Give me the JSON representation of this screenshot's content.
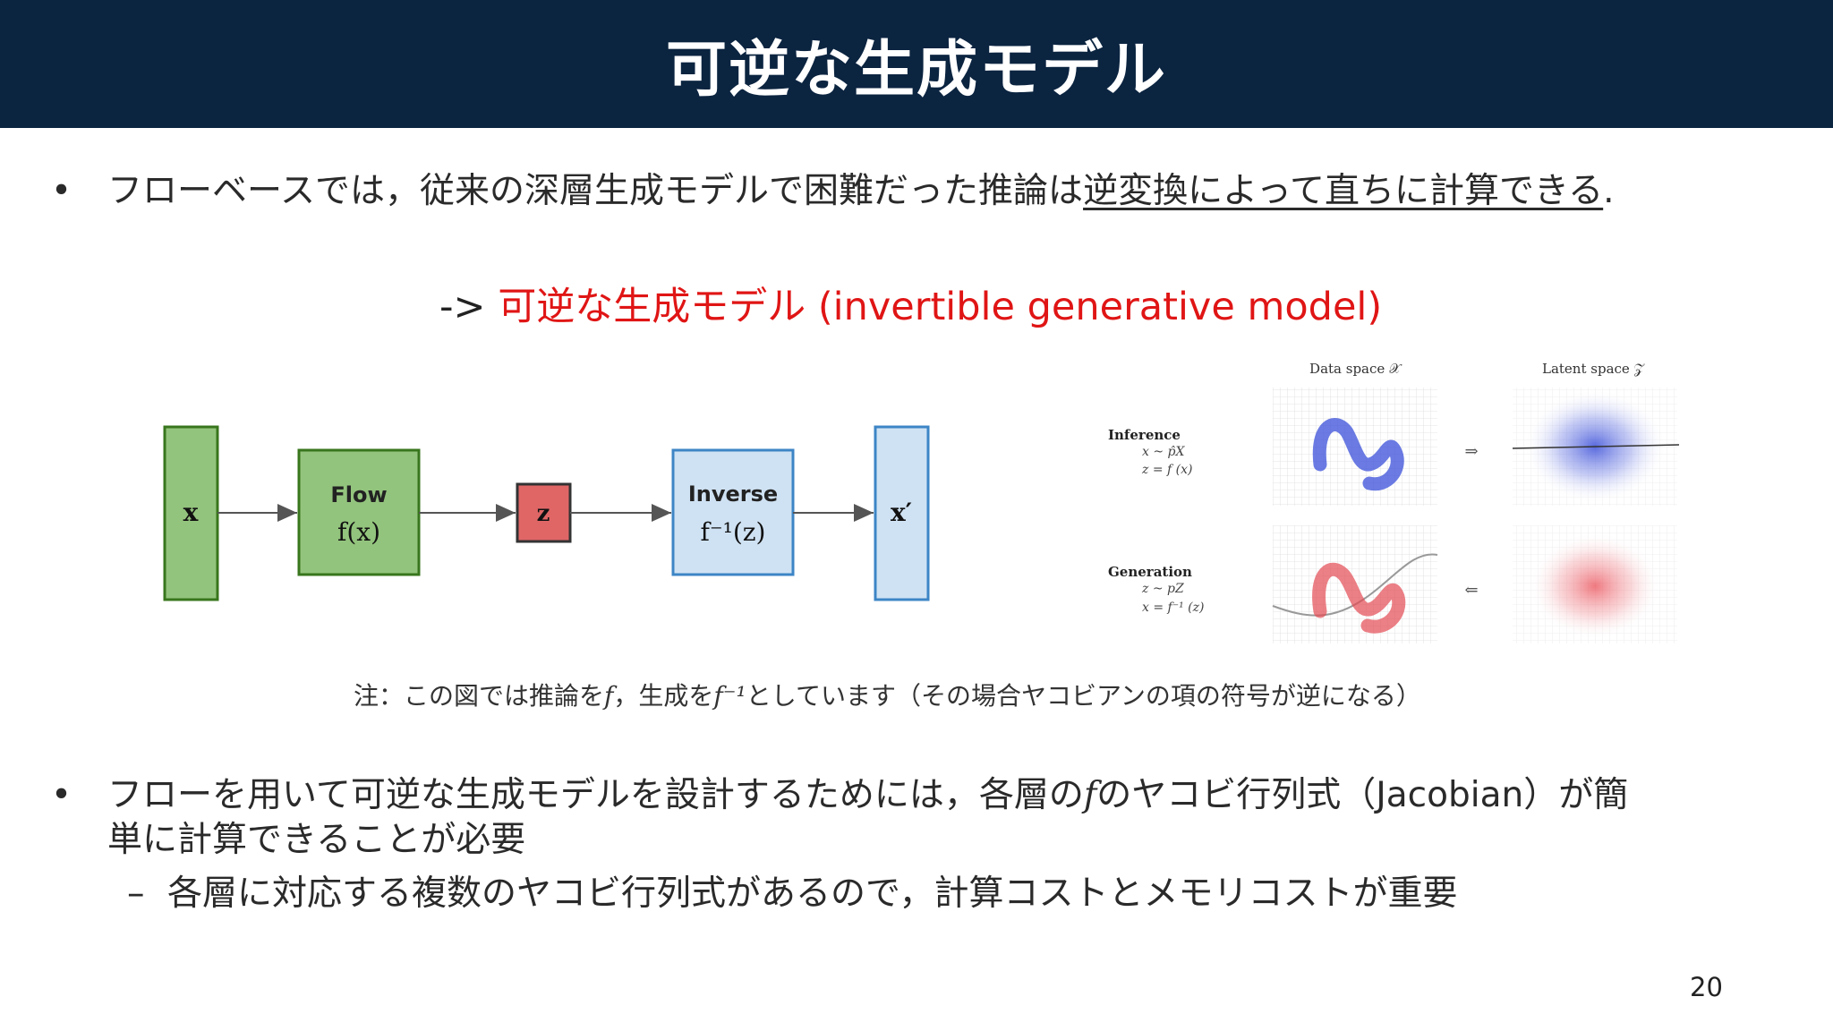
{
  "slide": {
    "title": "可逆な生成モデル",
    "page_number": "20"
  },
  "bullet1": {
    "text_before": "フローベースでは，従来の深層生成モデルで困難だった推論は",
    "underlined": "逆変換によって直ちに計算できる",
    "text_after": "."
  },
  "arrow_line": {
    "prefix": "->",
    "highlight": "可逆な生成モデル (invertible generative model)"
  },
  "flow_diagram": {
    "x_label": "x",
    "flow_title": "Flow",
    "flow_func": "f(x)",
    "z_label": "z",
    "inverse_title": "Inverse",
    "inverse_func": "f⁻¹(z)",
    "xprime_label": "x′",
    "colors": {
      "green_fill": "#93c47d",
      "green_stroke": "#38761d",
      "red_fill": "#e06666",
      "blue_fill": "#cfe2f3",
      "blue_stroke": "#3d85c6"
    }
  },
  "space_figure": {
    "data_space_label": "Data space 𝒳",
    "latent_space_label": "Latent space 𝒵",
    "inference_label": "Inference",
    "inference_eq1": "x ~ p̂X",
    "inference_eq2": "z = f (x)",
    "generation_label": "Generation",
    "generation_eq1": "z ~ pZ",
    "generation_eq2": "x = f⁻¹ (z)",
    "arrow_right": "⇒",
    "arrow_left": "⇐"
  },
  "note": {
    "text1": "注：この図では推論を",
    "f": "f",
    "text2": "，生成を",
    "finv": "f⁻¹",
    "text3": "としています（その場合ヤコビアンの項の符号が逆になる）"
  },
  "bullet2": {
    "text1": "フローを用いて可逆な生成モデルを設計するためには，各層の",
    "f": "f",
    "text2": "のヤコビ行列式（Jacobian）が簡",
    "line2": "単に計算できることが必要"
  },
  "sub_bullet": {
    "dash": "–",
    "text": "各層に対応する複数のヤコビ行列式があるので，計算コストとメモリコストが重要"
  },
  "bullet_symbol": "•"
}
